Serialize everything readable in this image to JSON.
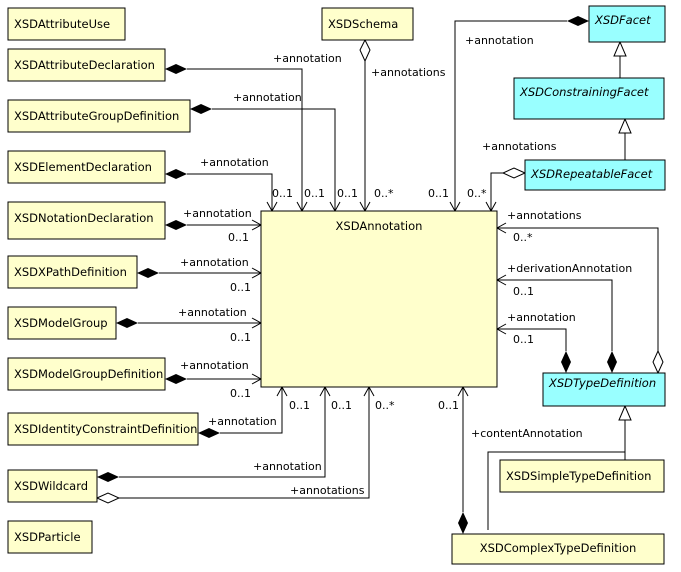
{
  "classes": {
    "attr_use": "XSDAttributeUse",
    "attr_decl": "XSDAttributeDeclaration",
    "attr_group_def": "XSDAttributeGroupDefinition",
    "elem_decl": "XSDElementDeclaration",
    "notation_decl": "XSDNotationDeclaration",
    "xpath_def": "XSDXPathDefinition",
    "model_group": "XSDModelGroup",
    "model_group_def": "XSDModelGroupDefinition",
    "identity_constraint": "XSDIdentityConstraintDefinition",
    "wildcard": "XSDWildcard",
    "particle": "XSDParticle",
    "schema": "XSDSchema",
    "annotation": "XSDAnnotation",
    "facet": "XSDFacet",
    "constraining_facet": "XSDConstrainingFacet",
    "repeatable_facet": "XSDRepeatableFacet",
    "type_def": "XSDTypeDefinition",
    "simple_type_def": "XSDSimpleTypeDefinition",
    "complex_type_def": "XSDComplexTypeDefinition"
  },
  "labels": {
    "annotation": "+annotation",
    "annotations": "+annotations",
    "derivation_annotation": "+derivationAnnotation",
    "content_annotation": "+contentAnnotation"
  },
  "multiplicity": {
    "zero_one": "0..1",
    "zero_many": "0..*"
  },
  "colors": {
    "class_fill": "#ffffcc",
    "abstract_fill": "#99ffff",
    "line": "#000000"
  }
}
